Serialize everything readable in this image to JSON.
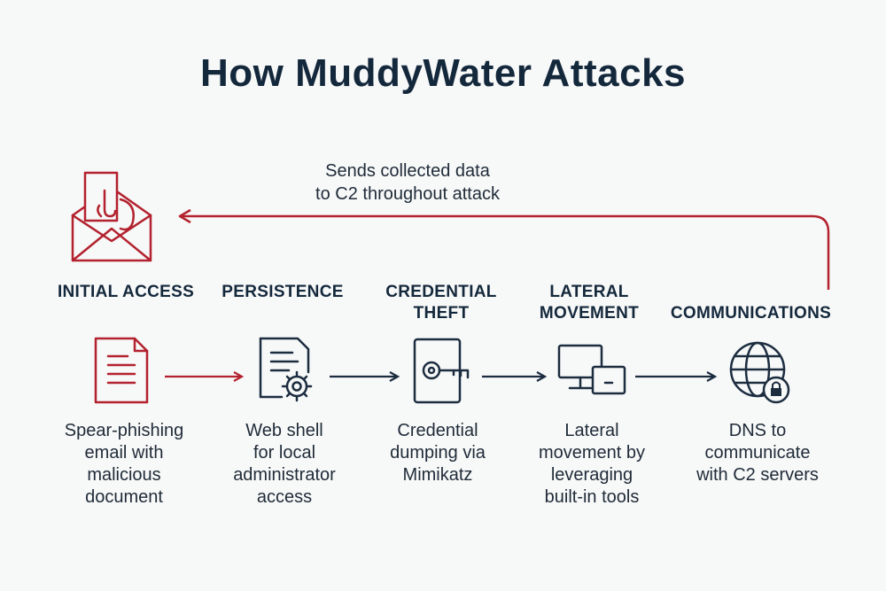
{
  "title": "How MuddyWater Attacks",
  "feedback_label": "Sends collected data\nto C2 throughout attack",
  "colors": {
    "accent_red": "#b3222e",
    "navy": "#1c2d40",
    "background": "#f7f8f8"
  },
  "stages": [
    {
      "name": "INITIAL ACCESS",
      "icon": "document-icon",
      "description": "Spear-phishing\nemail with\nmalicious\ndocument"
    },
    {
      "name": "PERSISTENCE",
      "icon": "web-shell-gear-icon",
      "description": "Web shell\nfor local\nadministrator\naccess"
    },
    {
      "name": "CREDENTIAL\nTHEFT",
      "icon": "key-lock-icon",
      "description": "Credential\ndumping via\nMimikatz"
    },
    {
      "name": "LATERAL\nMOVEMENT",
      "icon": "computers-icon",
      "description": "Lateral\nmovement by\nleveraging\nbuilt-in tools"
    },
    {
      "name": "COMMUNICATIONS",
      "icon": "globe-lock-icon",
      "description": "DNS to\ncommunicate\nwith C2 servers"
    }
  ],
  "header_icon": "phishing-envelope-icon"
}
